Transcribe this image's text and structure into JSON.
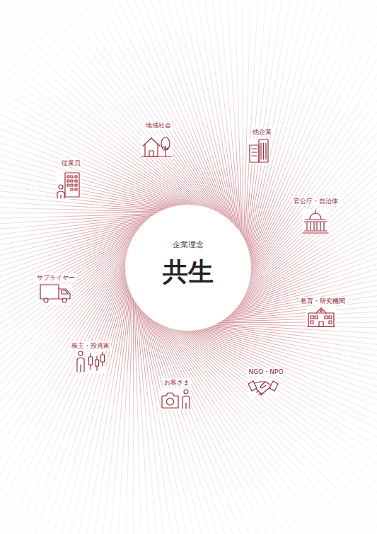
{
  "diagram": {
    "nodes": [
      {
        "text": [
          "企業理念",
          "共生"
        ]
      }
    ],
    "labels": [
      "地域社会",
      "他企業",
      "官公庁・自治体",
      "教育・研究機関",
      "NGO・NPO",
      "お客さま",
      "株主・投資家",
      "サプライヤー",
      "従業員"
    ]
  }
}
